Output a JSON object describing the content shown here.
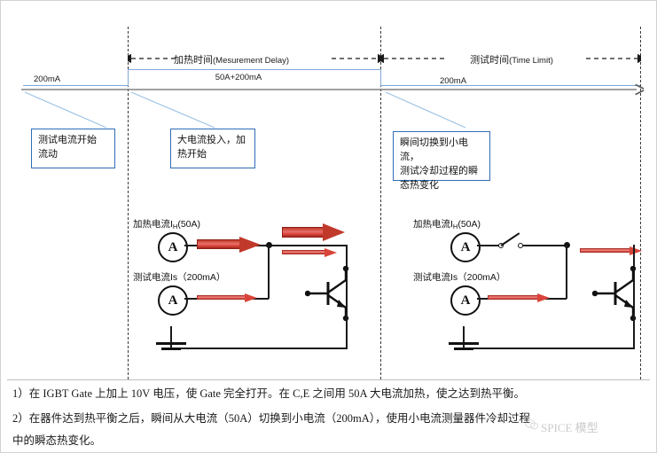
{
  "timeline": {
    "phases": [
      {
        "label_cn": "加热时间",
        "label_en": "(Mesurement Delay)",
        "current": "50A+200mA"
      },
      {
        "label_cn": "测试时间",
        "label_en": "(Time Limit)",
        "current": "200mA"
      }
    ],
    "start_current": "200mA"
  },
  "callouts": [
    {
      "text": "测试电流开始\n流动"
    },
    {
      "text": "大电流投入，加\n热开始"
    },
    {
      "text": "瞬间切换到小电流，\n测试冷却过程的瞬\n态热变化"
    }
  ],
  "circuits": [
    {
      "heat_label_prefix": "加热电流I",
      "heat_label_sub": "H",
      "heat_label_suffix": "(50A)",
      "test_label": "测试电流Is（200mA）",
      "meter_symbol": "A",
      "switch_state": "closed"
    },
    {
      "heat_label_prefix": "加热电流I",
      "heat_label_sub": "H",
      "heat_label_suffix": "(50A)",
      "test_label": "测试电流Is（200mA）",
      "meter_symbol": "A",
      "switch_state": "open"
    }
  ],
  "notes": [
    "1）在 IGBT Gate 上加上 10V 电压，使 Gate 完全打开。在 C,E 之间用 50A 大电流加热，使之达到热平衡。",
    "2）在器件达到热平衡之后，瞬间从大电流（50A）切换到小电流（200mA），使用小电流测量器件冷却过程",
    "中的瞬态热变化。"
  ],
  "watermark": {
    "text": "SPICE 模型"
  },
  "colors": {
    "callout_border": "#2e6cb5",
    "arrow_red": "#d9443a",
    "axis_gray": "#808080",
    "blue_line": "#7fa8d6"
  }
}
